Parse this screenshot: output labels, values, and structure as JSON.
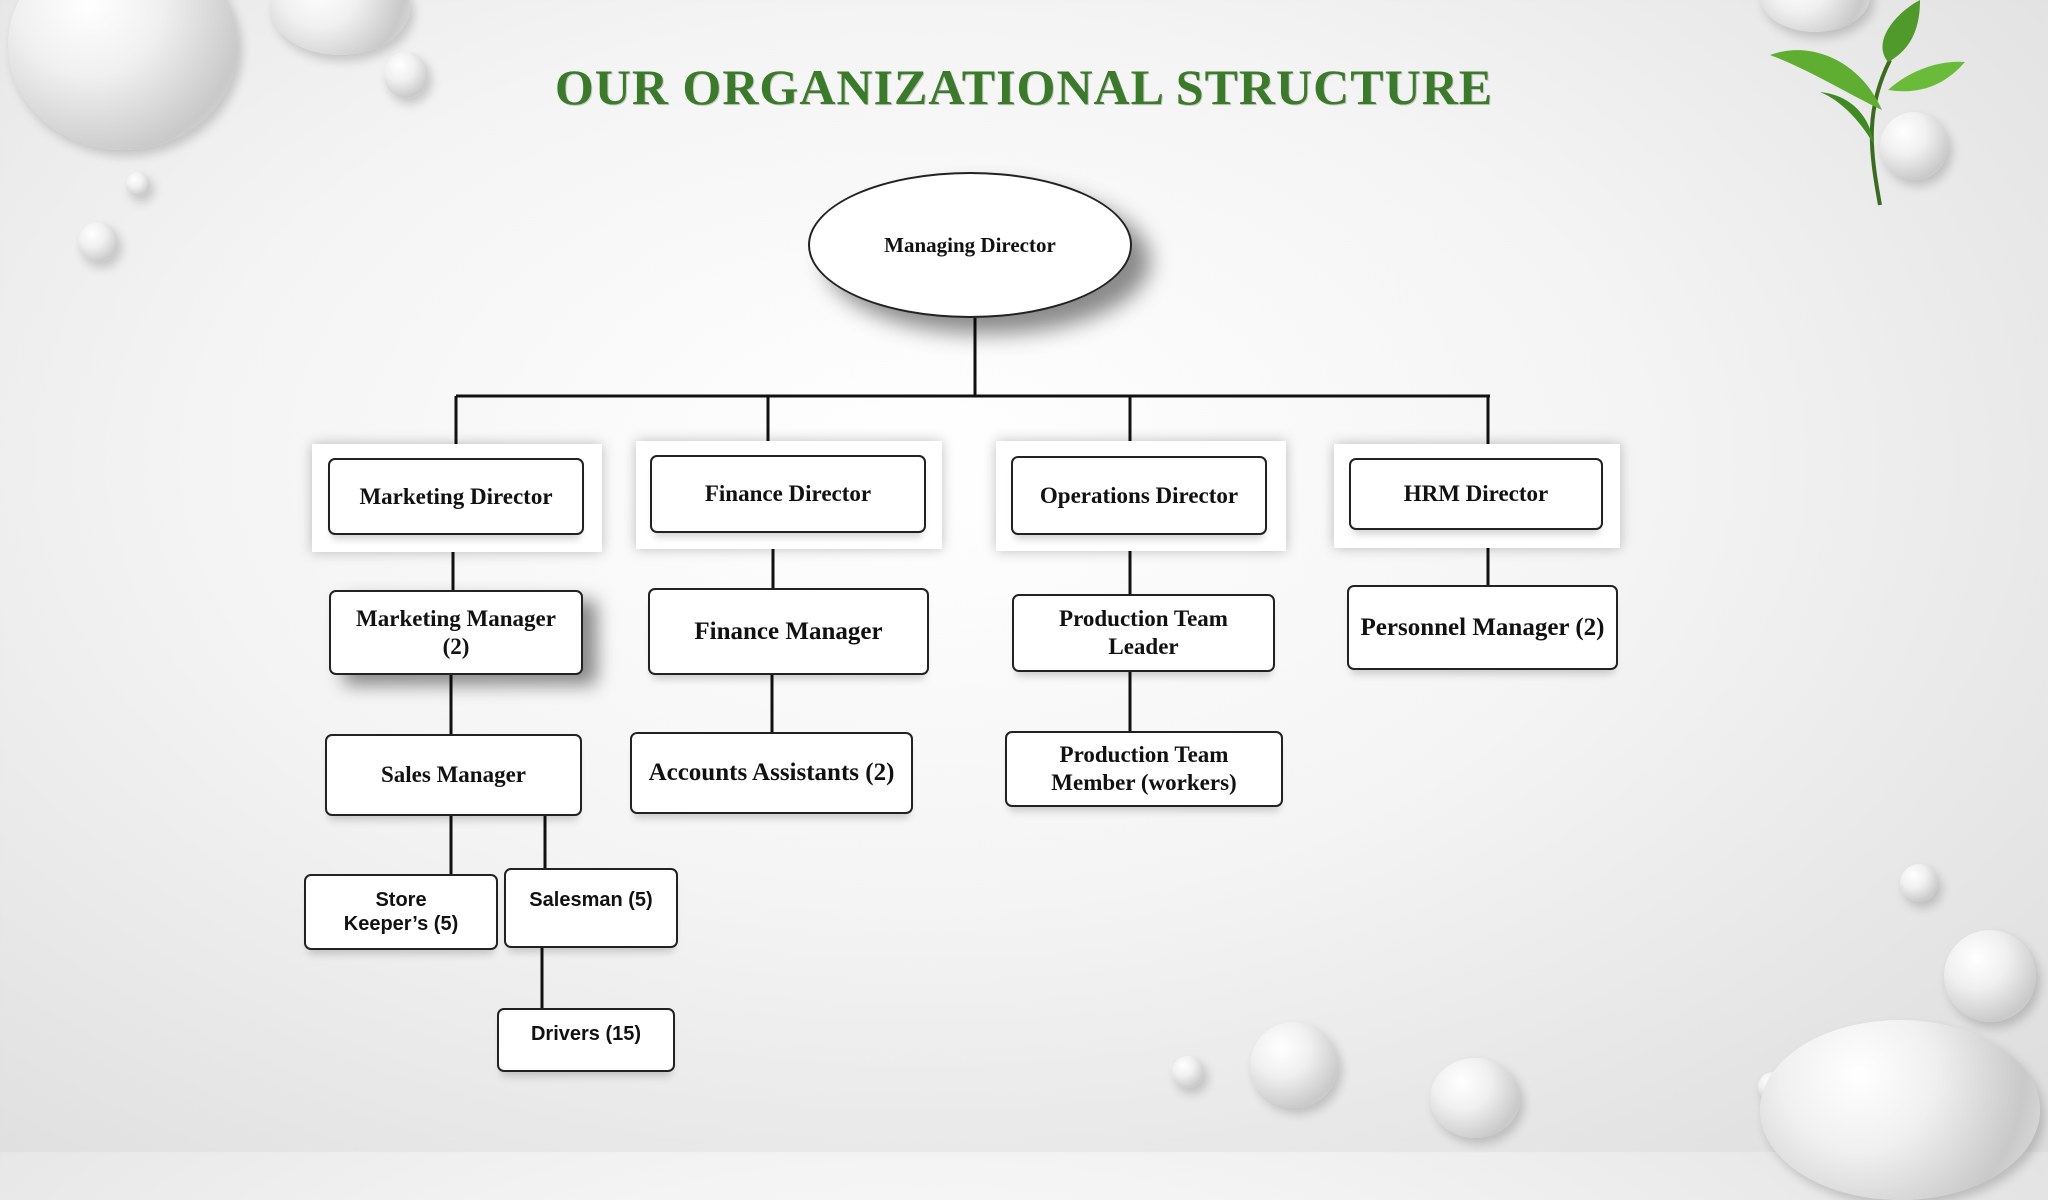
{
  "title": "OUR ORGANIZATIONAL STRUCTURE",
  "nodes": {
    "managing_director": "Managing Director",
    "marketing_director": "Marketing Director",
    "finance_director": "Finance Director",
    "operations_director": "Operations Director",
    "hrm_director": "HRM Director",
    "marketing_manager": "Marketing Manager (2)",
    "finance_manager": "Finance Manager",
    "production_team_leader": "Production Team Leader",
    "personnel_manager": "Personnel Manager (2)",
    "sales_manager": "Sales Manager",
    "accounts_assistants": "Accounts Assistants (2)",
    "production_team_member": "Production Team Member (workers)",
    "store_keepers": "Store Keeper’s (5)",
    "salesman": "Salesman (5)",
    "drivers": "Drivers (15)"
  },
  "decorations": {
    "water-drops-icon": "water droplets",
    "tea-leaf-icon": "tea leaves"
  }
}
